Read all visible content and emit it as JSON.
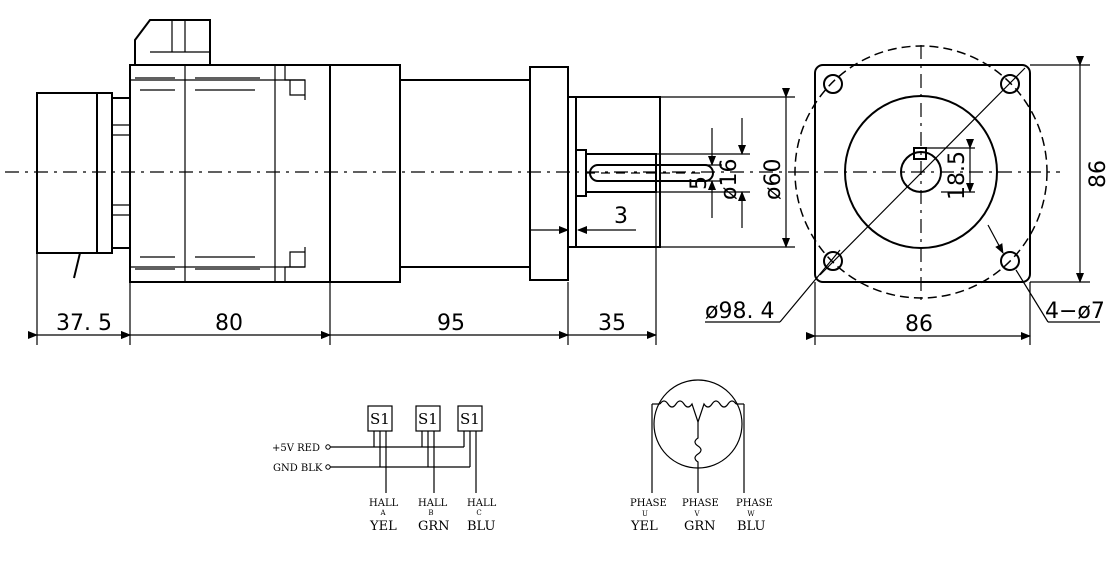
{
  "dimensions": {
    "brake_length": "37. 5",
    "motor_length": "80",
    "gearbox_length": "95",
    "shaft_length": "35",
    "shoulder": "3",
    "key_width": "5",
    "shaft_dia": "ø16",
    "pilot_dia": "ø60",
    "key_height": "18.5",
    "flange_square_h": "86",
    "flange_square_w": "86",
    "pcd": "ø98. 4",
    "holes": "4−ø7"
  },
  "hall_wiring": {
    "sensors": [
      "S1",
      "S1",
      "S1"
    ],
    "power": "+5V  RED",
    "ground": "GND  BLK",
    "outputs": [
      {
        "name": "HALL",
        "letter": "A",
        "color": "YEL"
      },
      {
        "name": "HALL",
        "letter": "B",
        "color": "GRN"
      },
      {
        "name": "HALL",
        "letter": "C",
        "color": "BLU"
      }
    ]
  },
  "phase_wiring": {
    "outputs": [
      {
        "name": "PHASE",
        "letter": "U",
        "color": "YEL"
      },
      {
        "name": "PHASE",
        "letter": "V",
        "color": "GRN"
      },
      {
        "name": "PHASE",
        "letter": "W",
        "color": "BLU"
      }
    ]
  }
}
